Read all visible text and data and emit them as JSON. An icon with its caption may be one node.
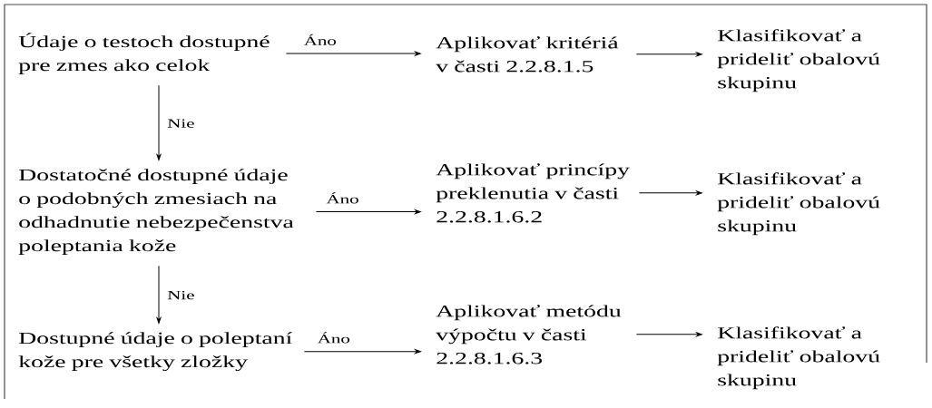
{
  "diagram": {
    "nodes": [
      {
        "text": [
          "Údaje o testoch dostupné pre zmes ako celok"
        ]
      },
      {
        "text": [
          "Aplikovať kritériá v časti 2.2.8.1.5"
        ]
      },
      {
        "text": [
          "Klasifikovať a prideliť obalovú skupinu"
        ]
      },
      {
        "text": [
          "Dostatočné dostupné údaje o podobných zmesiach na odhadnutie nebezpečenstva poleptania kože"
        ]
      },
      {
        "text": [
          "Aplikovať princípy preklenutia v časti 2.2.8.1.6.2"
        ]
      },
      {
        "text": [
          "Klasifikovať a prideliť obalovú skupinu"
        ]
      },
      {
        "text": [
          "Dostupné údaje o poleptaní kože pre všetky zložky"
        ]
      },
      {
        "text": [
          "Aplikovať metódu výpočtu v časti 2.2.8.1.6.3"
        ]
      },
      {
        "text": [
          "Klasifikovať a prideliť obalovú skupinu"
        ]
      }
    ],
    "edges": [
      {
        "from": 0,
        "to": 1,
        "arrow": "to",
        "label": "Áno"
      },
      {
        "from": 1,
        "to": 2,
        "arrow": "to"
      },
      {
        "from": 0,
        "to": 3,
        "arrow": "to",
        "label": "Nie"
      },
      {
        "from": 3,
        "to": 4,
        "arrow": "to",
        "label": "Áno"
      },
      {
        "from": 4,
        "to": 5,
        "arrow": "to"
      },
      {
        "from": 3,
        "to": 6,
        "arrow": "to",
        "label": "Nie"
      },
      {
        "from": 6,
        "to": 7,
        "arrow": "to",
        "label": "Áno"
      },
      {
        "from": 7,
        "to": 8,
        "arrow": "to"
      }
    ]
  }
}
